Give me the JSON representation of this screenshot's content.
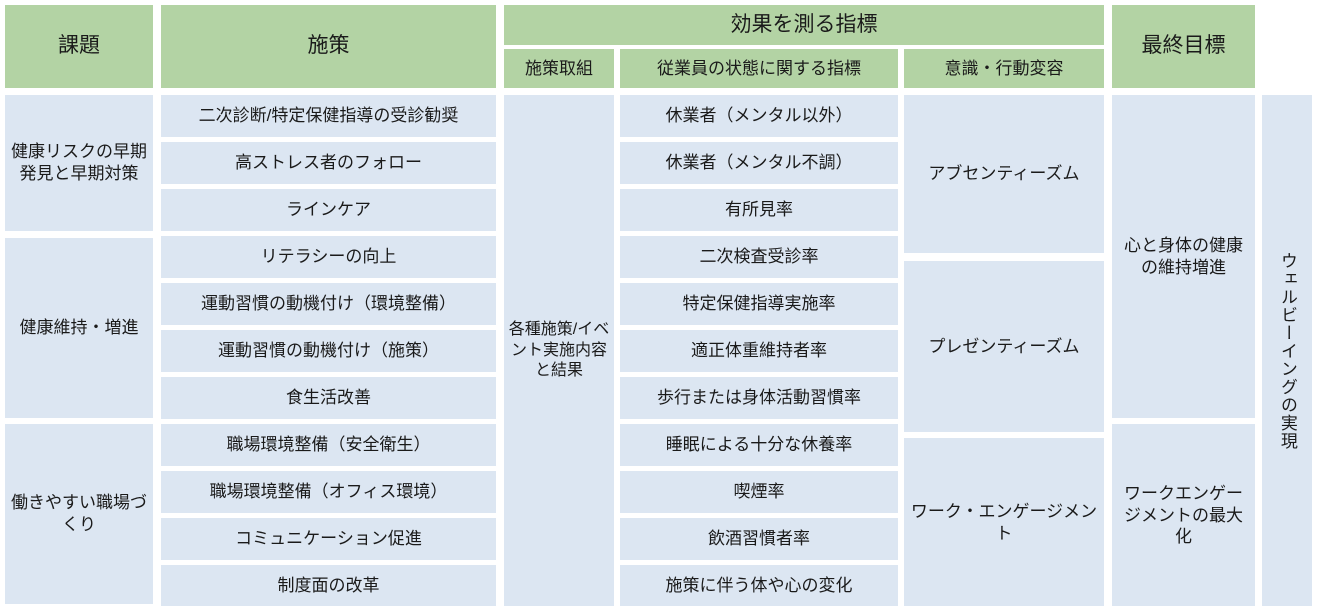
{
  "colors": {
    "header_green": "#b3d3a4",
    "cell_blue": "#dce6f2",
    "page_background": "#ffffff",
    "text": "#1a1a1a"
  },
  "headers": {
    "issue": "課題",
    "measure": "施策",
    "effect_group": "効果を測る指標",
    "effect_sub_1": "施策取組",
    "effect_sub_2": "従業員の状態に関する指標",
    "effect_sub_3": "意識・行動変容",
    "final_goal": "最終目標"
  },
  "issues": [
    {
      "label": "健康リスクの早期発見と早期対策"
    },
    {
      "label": "健康維持・増進"
    },
    {
      "label": "働きやすい職場づくり"
    }
  ],
  "measures": [
    {
      "label": "二次診断/特定保健指導の受診勧奨"
    },
    {
      "label": "高ストレス者のフォロー"
    },
    {
      "label": "ラインケア"
    },
    {
      "label": "リテラシーの向上"
    },
    {
      "label": "運動習慣の動機付け（環境整備）"
    },
    {
      "label": "運動習慣の動機付け（施策）"
    },
    {
      "label": "食生活改善"
    },
    {
      "label": "職場環境整備（安全衛生）"
    },
    {
      "label": "職場環境整備（オフィス環境）"
    },
    {
      "label": "コミュニケーション促進"
    },
    {
      "label": "制度面の改革"
    }
  ],
  "measure_actions": [
    {
      "label": "各種施策/イベント実施内容と結果"
    }
  ],
  "employee_indicators": [
    {
      "label": "休業者（メンタル以外）"
    },
    {
      "label": "休業者（メンタル不調）"
    },
    {
      "label": "有所見率"
    },
    {
      "label": "二次検査受診率"
    },
    {
      "label": "特定保健指導実施率"
    },
    {
      "label": "適正体重維持者率"
    },
    {
      "label": "歩行または身体活動習慣率"
    },
    {
      "label": "睡眠による十分な休養率"
    },
    {
      "label": "喫煙率"
    },
    {
      "label": "飲酒習慣者率"
    },
    {
      "label": "施策に伴う体や心の変化"
    }
  ],
  "behavior_changes": [
    {
      "label": "アブセンティーズム"
    },
    {
      "label": "プレゼンティーズム"
    },
    {
      "label": "ワーク・エンゲージメント"
    }
  ],
  "final_goals": [
    {
      "label": "心と身体の健康の維持増進"
    },
    {
      "label": "ワークエンゲージメントの最大化"
    }
  ],
  "overall_goal": {
    "label": "ウェルビーイングの実現"
  }
}
